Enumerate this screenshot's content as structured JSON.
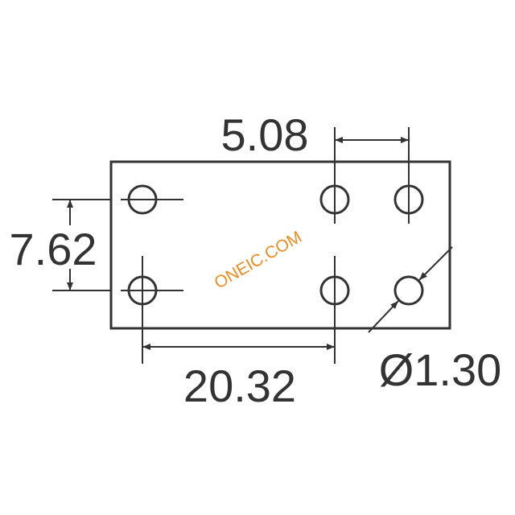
{
  "dimensions": {
    "pin_spacing_small": "5.08",
    "row_spacing": "7.62",
    "pin_spacing_large": "20.32",
    "hole_diameter": "Ø1.30"
  },
  "watermark": {
    "text": "ONEIC.COM"
  },
  "colors": {
    "line": "#333333",
    "watermark": "#f08a1c",
    "background": "#ffffff"
  }
}
